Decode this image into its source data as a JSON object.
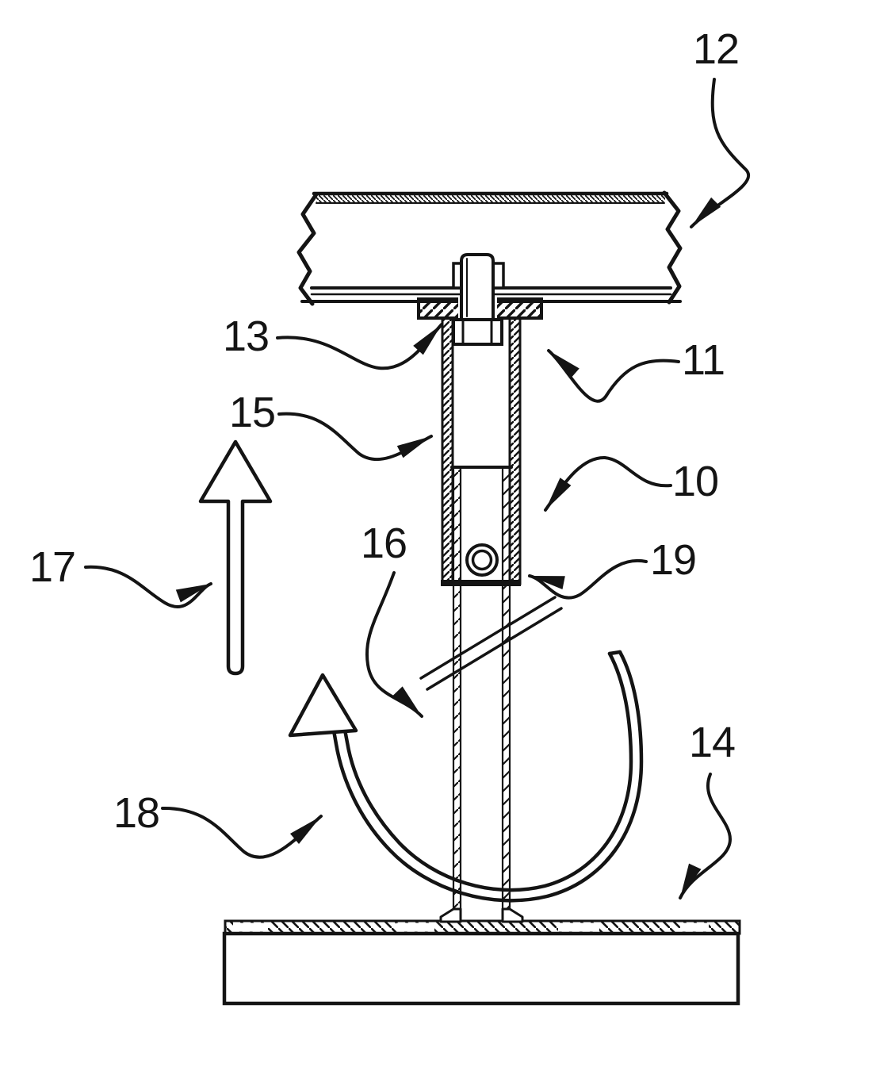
{
  "figure": {
    "kind": "patent-line-drawing",
    "background_color": "#ffffff",
    "ink_color": "#141414",
    "labels": [
      {
        "text": "12"
      },
      {
        "text": "13"
      },
      {
        "text": "11"
      },
      {
        "text": "15"
      },
      {
        "text": "10"
      },
      {
        "text": "16"
      },
      {
        "text": "19"
      },
      {
        "text": "17"
      },
      {
        "text": "18"
      },
      {
        "text": "14"
      }
    ]
  }
}
